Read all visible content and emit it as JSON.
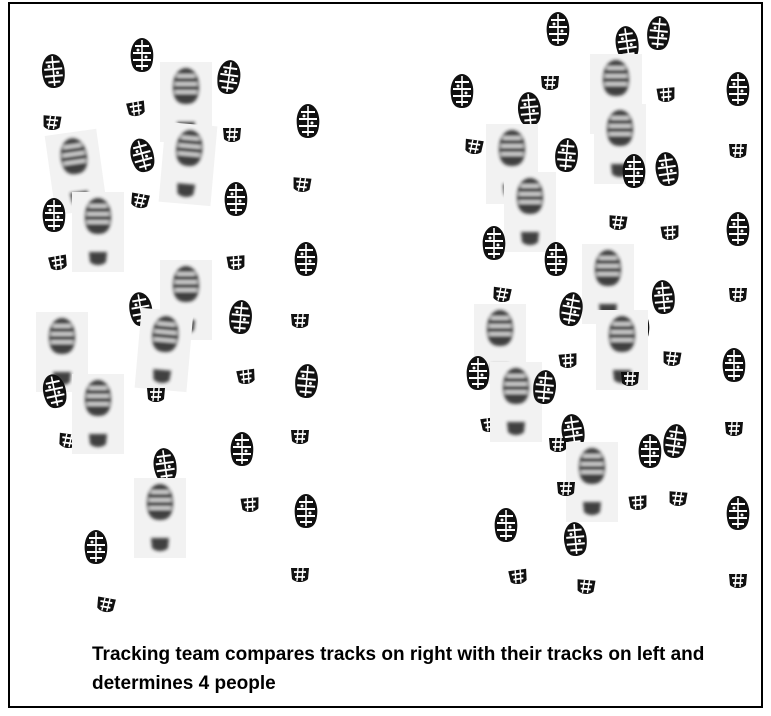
{
  "caption": "Tracking team compares tracks on right with their tracks on left and determines 4 people",
  "colors": {
    "ink": "#111111",
    "border": "#000000",
    "background": "#ffffff",
    "smudge": "#f2f2f2"
  },
  "icons": {
    "footprint": "boot-print-icon"
  },
  "groups": {
    "left": {
      "description_icon": "boot-print-icon",
      "print_count": 36
    },
    "right": {
      "description_icon": "boot-print-icon",
      "print_count": 48
    }
  }
}
